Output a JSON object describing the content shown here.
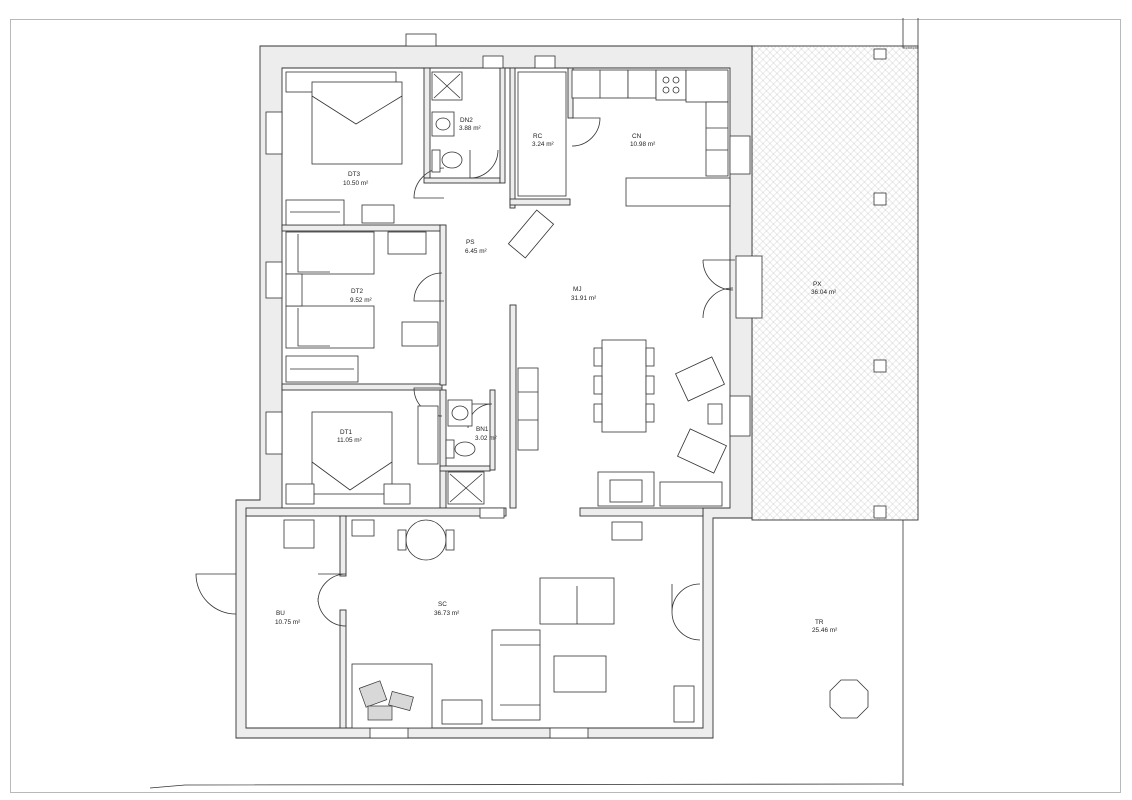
{
  "rooms": [
    {
      "id": "dt3",
      "code": "DT3",
      "area": "10.50  m²"
    },
    {
      "id": "dn2",
      "code": "DN2",
      "area": "3.88  m²"
    },
    {
      "id": "rc",
      "code": "RC",
      "area": "3.24  m²"
    },
    {
      "id": "cn",
      "code": "CN",
      "area": "10.98  m²"
    },
    {
      "id": "ps",
      "code": "PS",
      "area": "6.45  m²"
    },
    {
      "id": "dt2",
      "code": "DT2",
      "area": "9.52  m²"
    },
    {
      "id": "mj",
      "code": "MJ",
      "area": "31.91  m²"
    },
    {
      "id": "px",
      "code": "PX",
      "area": "36.04  m²"
    },
    {
      "id": "dt1",
      "code": "DT1",
      "area": "11.05  m²"
    },
    {
      "id": "bn1",
      "code": "BN1",
      "area": "3.02  m²"
    },
    {
      "id": "bu",
      "code": "BU",
      "area": "10.75  m²"
    },
    {
      "id": "sc",
      "code": "SC",
      "area": "36.73  m²"
    },
    {
      "id": "tr",
      "code": "TR",
      "area": "25.46  m²"
    }
  ],
  "colors": {
    "wall_fill": "#ededed",
    "line": "#333333",
    "terrace_hatch": "#c8c8c8",
    "frame": "#b9b9b9"
  }
}
